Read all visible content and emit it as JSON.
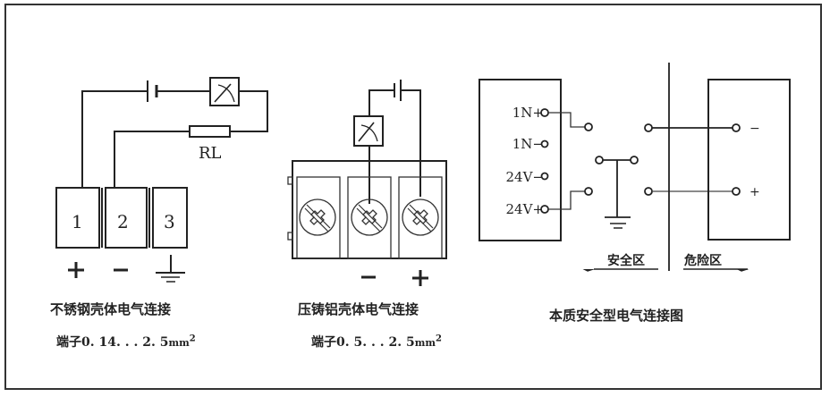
{
  "diagram1": {
    "resistor_label": "RL",
    "terminals": [
      "1",
      "2",
      "3"
    ],
    "polarity": [
      "+",
      "−",
      "ground"
    ],
    "caption": "不锈钢壳体电气连接",
    "spec_prefix": "端子0. 14. . . 2. 5",
    "spec_unit": "mm",
    "spec_exp": "2"
  },
  "diagram2": {
    "polarity": [
      "−",
      "+"
    ],
    "caption": "压铸铝壳体电气连接",
    "spec_prefix": "端子0. 5. . . 2. 5",
    "spec_unit": "mm",
    "spec_exp": "2"
  },
  "diagram3": {
    "terminal_labels": [
      "1N+",
      "1N−",
      "24V−",
      "24V+"
    ],
    "hazard_polarity": [
      "−",
      "+"
    ],
    "safe_zone": "安全区",
    "hazard_zone": "危险区",
    "caption": "本质安全型电气连接图"
  }
}
